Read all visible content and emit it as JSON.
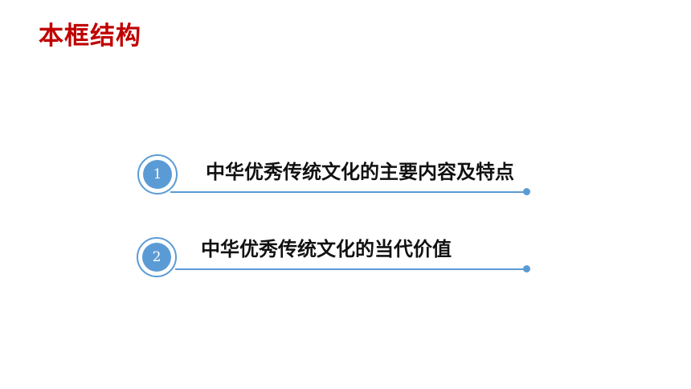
{
  "slide": {
    "title": "本框结构",
    "items": [
      {
        "number": "1",
        "label": "中华优秀传统文化的主要内容及特点"
      },
      {
        "number": "2",
        "label": "中华优秀传统文化的当代价值"
      }
    ]
  },
  "colors": {
    "title": "#c00000",
    "accent": "#5b9bd5",
    "text": "#111111",
    "background": "#ffffff"
  }
}
